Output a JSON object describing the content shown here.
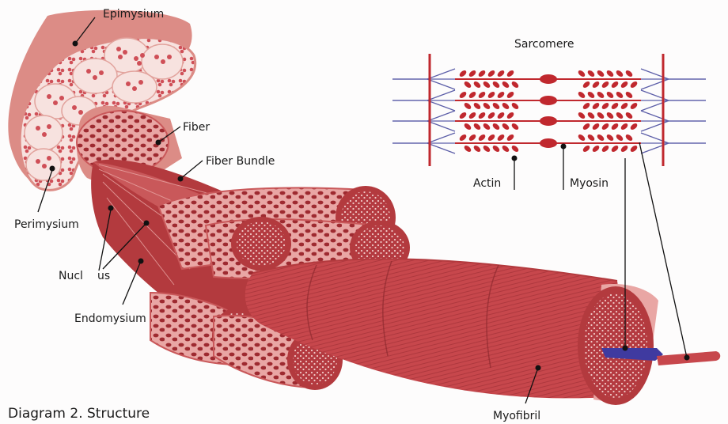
{
  "caption": "Diagram 2. Structure",
  "labels": {
    "epimysium": "Epimysium",
    "fiber": "Fiber",
    "fiber_bundle": "Fiber Bundle",
    "perimysium": "Perimysium",
    "nucleus_a": "Nucl",
    "nucleus_b": "us",
    "endomysium": "Endomysium",
    "myofibril": "Myofibril",
    "sarcomere": "Sarcomere",
    "actin": "Actin",
    "myosin": "Myosin"
  },
  "colors": {
    "muscle_dark": "#b33a3e",
    "muscle_mid": "#c9585a",
    "muscle_light": "#e9a6a4",
    "muscle_pale": "#f6dcd9",
    "sheath": "#dc8c86",
    "actin_line": "#5c5ea8",
    "myosin": "#c0282e",
    "z_disc": "#c0282e",
    "tendon_blue": "#3f3aa0",
    "leader": "#111111"
  }
}
